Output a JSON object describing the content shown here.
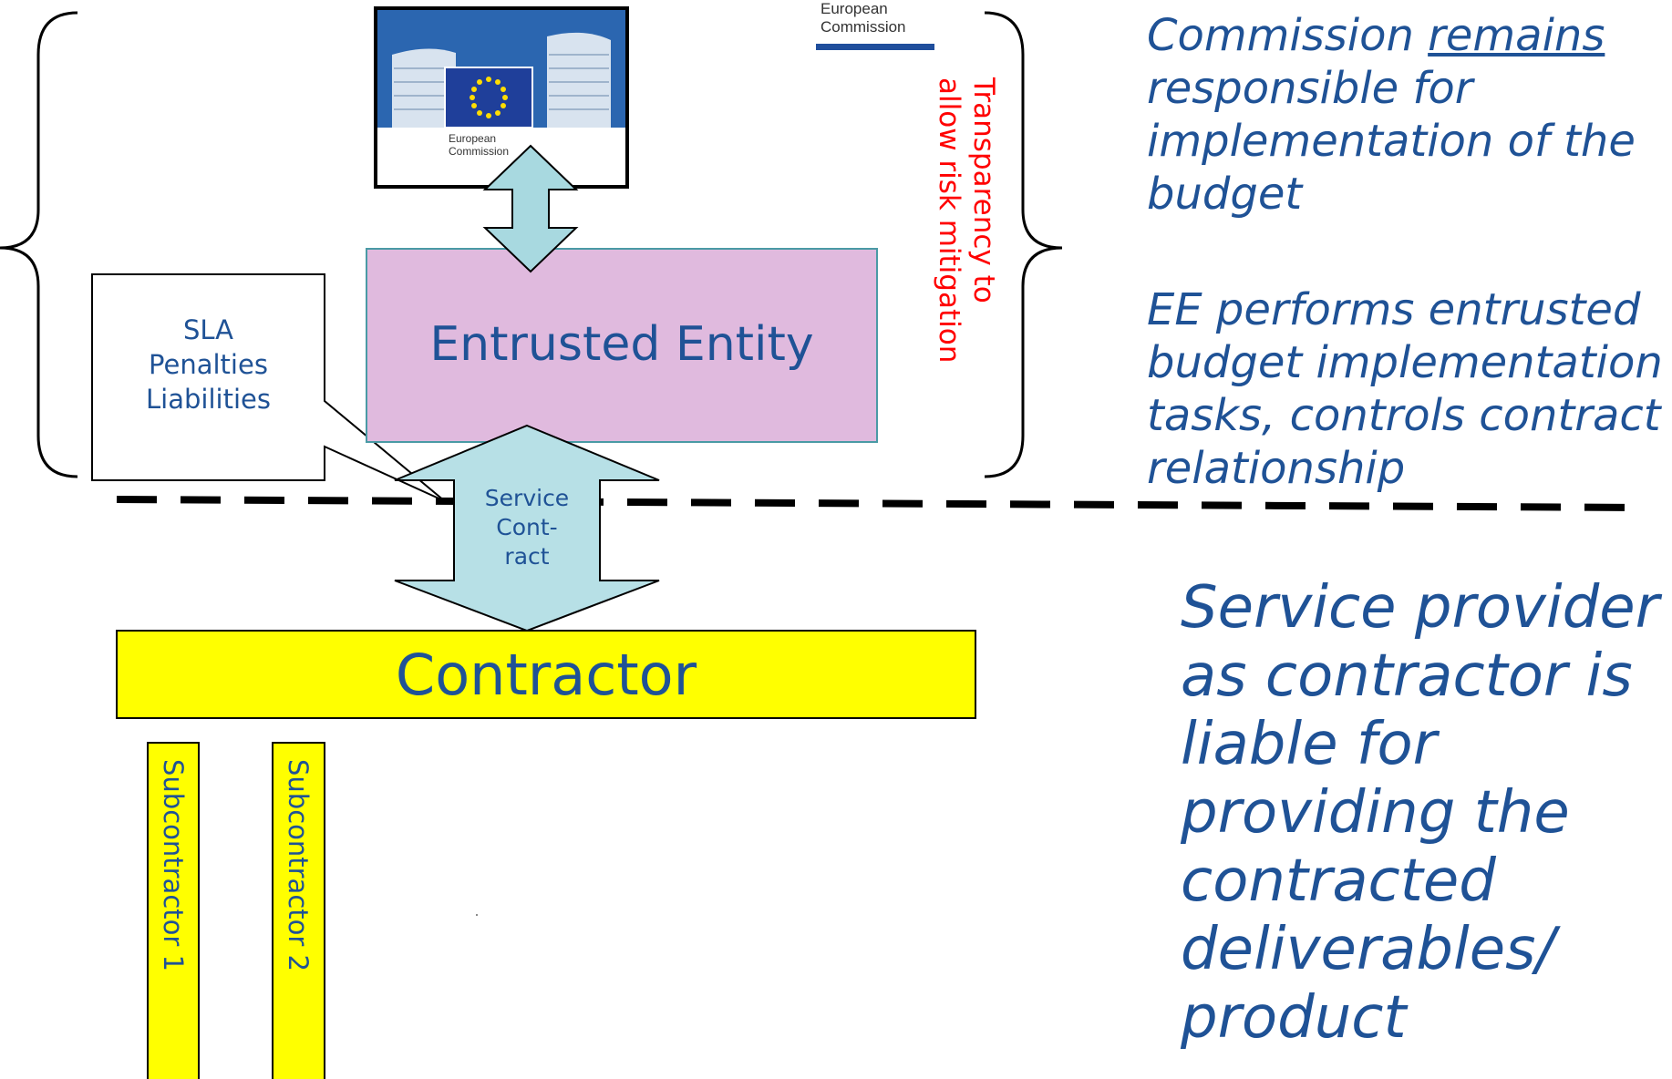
{
  "logo": {
    "line1": "European",
    "line2": "Commission",
    "building_line1": "European",
    "building_line2": "Commission"
  },
  "transparency_label": {
    "line1": "Transparency to",
    "line2": "allow risk mitigation"
  },
  "sla_callout": {
    "line1": "SLA",
    "line2": "Penalties",
    "line3": "Liabilities"
  },
  "entrusted_entity": {
    "label": "Entrusted Entity"
  },
  "service_contract": {
    "line1": "Service",
    "line2": "Cont-",
    "line3": "ract"
  },
  "contractor": {
    "label": "Contractor"
  },
  "subcontractors": [
    {
      "label": "Subcontractor 1"
    },
    {
      "label": "Subcontractor 2"
    }
  ],
  "notes": {
    "commission": {
      "pre": "Commission ",
      "emphasis": "remains",
      "line2": "responsible for",
      "line3": "implementation of the",
      "line4": "budget"
    },
    "ee": {
      "line1": "EE performs entrusted",
      "line2": "budget implementation",
      "line3": "tasks, controls contract",
      "line4": "relationship"
    },
    "service_provider": {
      "line1": "Service provider",
      "line2": "as contractor is",
      "line3": "liable for",
      "line4": "providing the",
      "line5": "contracted",
      "line6": "deliverables/",
      "line7": "product"
    }
  },
  "colors": {
    "text_blue": "#1f5296",
    "transparency_red": "#ff0000",
    "entrusted_fill": "#e0bade",
    "arrow_fill": "#a8d9e0",
    "contractor_fill": "#ffff00",
    "logo_blue": "#1f4e9c"
  }
}
